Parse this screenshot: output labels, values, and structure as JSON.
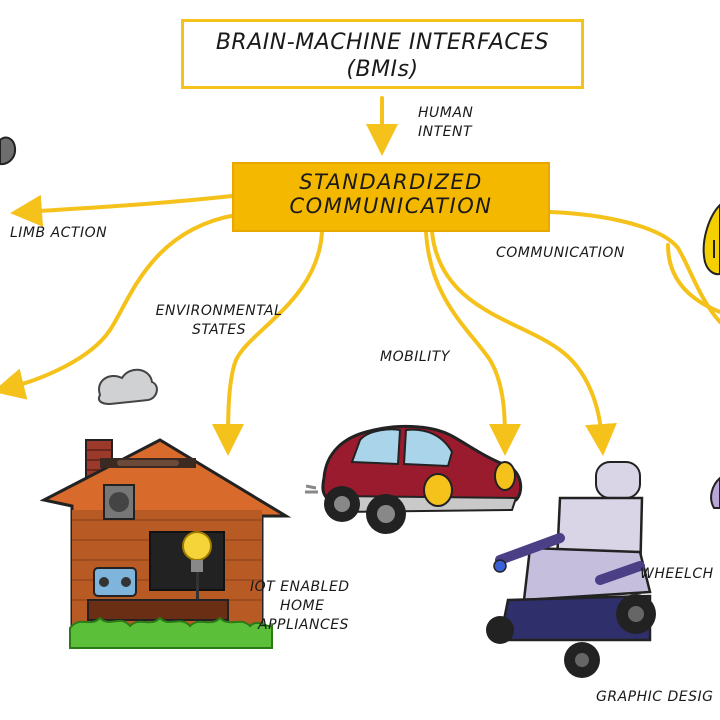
{
  "title": {
    "line1": "BRAIN-MACHINE INTERFACES",
    "line2": "(BMIs)"
  },
  "hub": {
    "line1": "STANDARDIZED",
    "line2": "COMMUNICATION"
  },
  "labels": {
    "human_intent_1": "HUMAN",
    "human_intent_2": "INTENT",
    "limb_action": "LIMB ACTION",
    "environmental_1": "ENVIRONMENTAL",
    "environmental_2": "STATES",
    "communication": "COMMUNICATION",
    "mobility": "MOBILITY",
    "iot_1": "IOT ENABLED",
    "iot_2": "HOME",
    "iot_3": "APPLIANCES",
    "wheelchair": "WHEELCH",
    "graphic": "GRAPHIC DESIG"
  },
  "colors": {
    "accent": "#f5b800",
    "border": "#f5c21b",
    "car": "#9a1b2e",
    "wheelchair": "#2f2f6b",
    "house": "#c8652a"
  },
  "icons": [
    "house-illustration",
    "car-illustration",
    "wheelchair-illustration",
    "partial-robot-arm-icon",
    "partial-yellow-icon"
  ]
}
